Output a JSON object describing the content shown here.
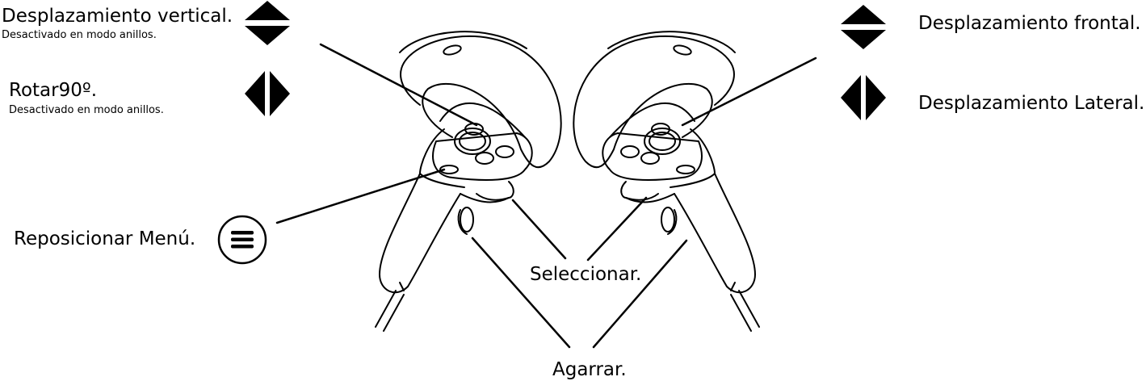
{
  "labels": {
    "vertical_title": "Desplazamiento vertical.",
    "vertical_note": "Desactivado en modo anillos.",
    "rotate_title": "Rotar90º.",
    "rotate_note": "Desactivado en modo anillos.",
    "menu": "Reposicionar Menú.",
    "frontal": "Desplazamiento frontal.",
    "lateral": "Desplazamiento Lateral.",
    "select": "Seleccionar.",
    "grab": "Agarrar."
  },
  "icons": {
    "vertical": "up-down-arrows-icon",
    "rotate": "left-right-arrows-icon",
    "menu": "menu-icon",
    "frontal": "up-down-arrows-icon",
    "lateral": "left-right-arrows-icon"
  },
  "colors": {
    "ink": "#000000",
    "background": "#ffffff"
  }
}
